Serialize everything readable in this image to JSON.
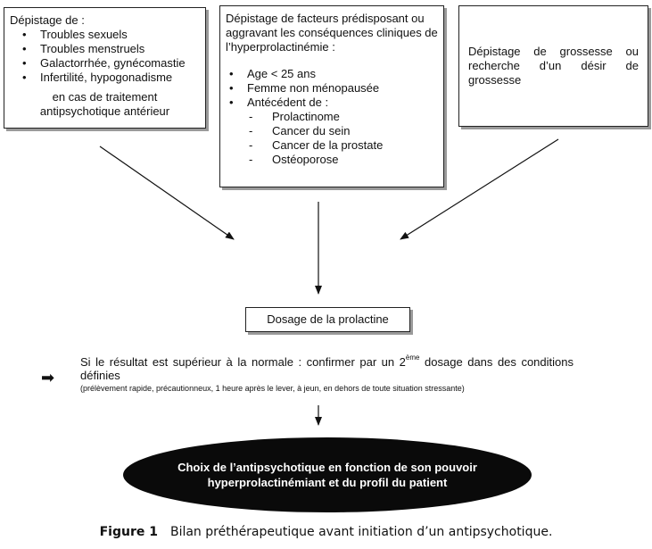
{
  "left_box": {
    "title": "Dépistage de :",
    "items": [
      "Troubles sexuels",
      "Troubles menstruels",
      "Galactorrhée, gynécomastie",
      "Infertilité, hypogonadisme"
    ],
    "footer_line1": "en cas de traitement",
    "footer_line2": "antipsychotique antérieur"
  },
  "middle_box": {
    "title": "Dépistage de facteurs prédisposant ou aggravant les conséquences cliniques de l’hyperprolactinémie :",
    "items": [
      "Age < 25 ans",
      "Femme non ménopausée",
      "Antécédent de :"
    ],
    "subitems": [
      "Prolactinome",
      "Cancer du sein",
      "Cancer de la prostate",
      "Ostéoporose"
    ]
  },
  "right_box": {
    "text": "Dépistage de grossesse ou recherche d’un désir de grossesse"
  },
  "dosage_box": {
    "label": "Dosage de la prolactine"
  },
  "result": {
    "line_before_sup": "Si le résultat est supérieur à la normale : confirmer par un 2",
    "sup": "ème",
    "line_after_sup": " dosage dans des conditions définies",
    "note": "(prélèvement rapide, précautionneux, 1 heure après le lever, à jeun, en dehors de toute situation stressante)"
  },
  "arrow_symbol": "➡",
  "choice_ellipse": {
    "line1": "Choix de l’antipsychotique en fonction de son pouvoir",
    "line2": "hyperprolactinémiant et du profil du patient"
  },
  "caption": {
    "label": "Figure 1",
    "text": "Bilan préthérapeutique avant initiation d’un antipsychotique."
  }
}
